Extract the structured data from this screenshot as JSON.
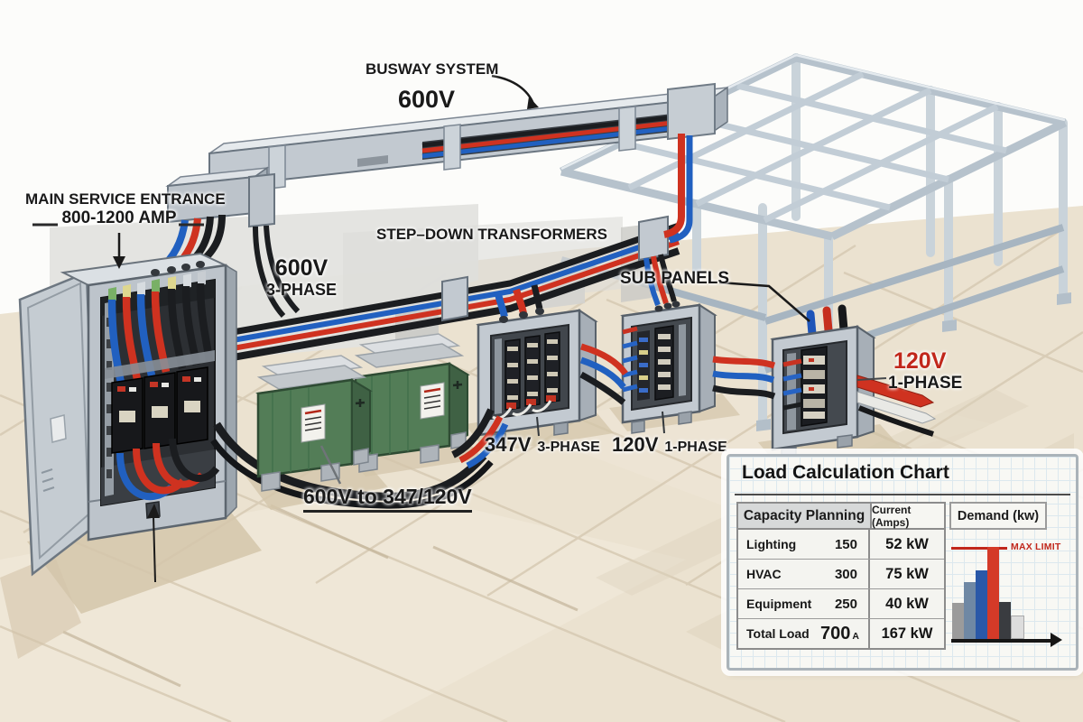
{
  "diagram": {
    "busway_label": "BUSWAY SYSTEM",
    "busway_voltage": "600V",
    "main_service_line1": "MAIN SERVICE ENTRANCE",
    "main_service_line2": "800-1200 AMP",
    "feeder_voltage": "600V",
    "feeder_phase": "3-PHASE",
    "stepdown_label": "STEP–DOWN TRANSFORMERS",
    "subpanels_label": "SUB PANELS",
    "transformer_rating": "600V to 347/120V",
    "panel_347_voltage": "347V",
    "panel_347_phase": "3-PHASE",
    "panel_120a_voltage": "120V",
    "panel_120a_phase": "1-PHASE",
    "panel_120b_voltage": "120V",
    "panel_120b_phase": "1-PHASE"
  },
  "load_chart": {
    "title": "Load Calculation Chart",
    "col1_header": "Capacity Planning",
    "col2_header": "Current (Amps)",
    "col3_header": "Demand (kw)",
    "rows": [
      {
        "name": "Lighting",
        "amps": "150",
        "amps_unit": "",
        "kw": "52 kW",
        "total": false
      },
      {
        "name": "HVAC",
        "amps": "300",
        "amps_unit": "",
        "kw": "75 kW",
        "total": false
      },
      {
        "name": "Equipment",
        "amps": "250",
        "amps_unit": "",
        "kw": "40 kW",
        "total": false
      },
      {
        "name": "Total Load",
        "amps": "700",
        "amps_unit": "A",
        "kw": "167 kW",
        "total": true
      }
    ],
    "max_limit_label": "MAX LIMIT"
  },
  "chart_data": {
    "type": "bar",
    "title": "Load Calculation Chart",
    "categories": [
      "Lighting",
      "HVAC",
      "Equipment",
      "Total Load"
    ],
    "series": [
      {
        "name": "Current (Amps)",
        "values": [
          150,
          300,
          250,
          700
        ]
      },
      {
        "name": "Demand (kW)",
        "values": [
          52,
          75,
          40,
          167
        ]
      }
    ],
    "mini_chart": {
      "type": "bar",
      "bar_heights_pct": [
        39,
        61,
        74,
        99,
        40,
        23
      ],
      "bar_colors": [
        "#9b9b9b",
        "#6f88a4",
        "#2a58a8",
        "#d43a28",
        "#3a3c40",
        "#dddddd"
      ],
      "max_limit": {
        "label": "MAX LIMIT",
        "color": "#c1271b",
        "height_pct": 100
      }
    }
  },
  "colors": {
    "cable_red": "#cf3220",
    "cable_blue": "#2160c0",
    "cable_black": "#1b1d20",
    "transformer_green": "#537d57",
    "voltage_red": "#c1271b",
    "max_limit_red": "#c1271b"
  }
}
